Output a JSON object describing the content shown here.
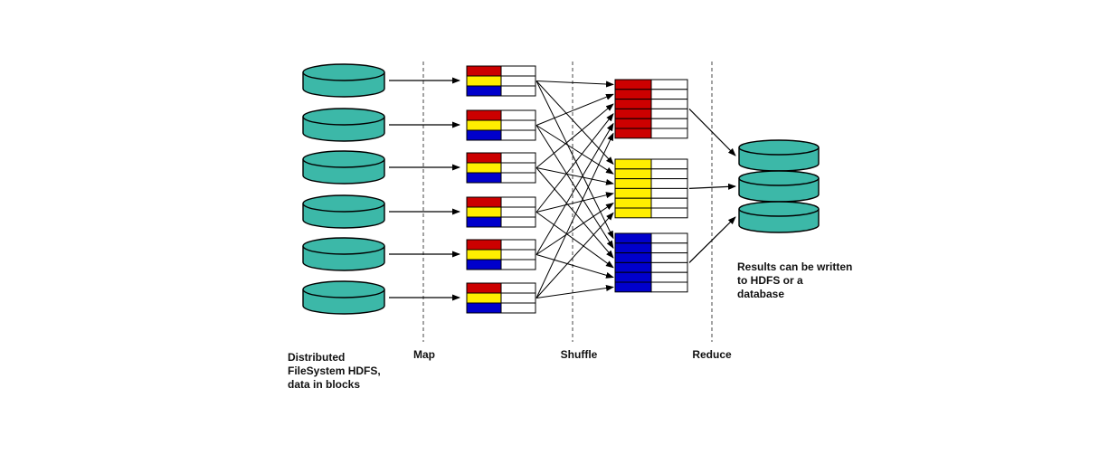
{
  "diagram": {
    "title": "MapReduce data flow",
    "colors": {
      "cylinder": "#3cb8a8",
      "red": "#cc0000",
      "yellow": "#ffee00",
      "blue": "#0000cc",
      "white": "#ffffff",
      "stroke": "#000000",
      "divider": "#444444"
    },
    "labels": {
      "map": "Map",
      "shuffle": "Shuffle",
      "reduce": "Reduce",
      "hdfs_caption_lines": [
        "Distributed",
        "FileSystem HDFS,",
        "data in blocks"
      ],
      "results_caption_lines": [
        "Results can be written",
        "to HDFS or a",
        "database"
      ]
    },
    "input_cylinder_count": 6,
    "output_cylinder_count": 3,
    "map_blocks": [
      {
        "cells": [
          "red",
          "yellow",
          "blue"
        ]
      },
      {
        "cells": [
          "red",
          "yellow",
          "blue"
        ]
      },
      {
        "cells": [
          "red",
          "yellow",
          "blue"
        ]
      },
      {
        "cells": [
          "red",
          "yellow",
          "blue"
        ]
      },
      {
        "cells": [
          "red",
          "yellow",
          "blue"
        ]
      },
      {
        "cells": [
          "red",
          "yellow",
          "blue"
        ]
      }
    ],
    "groups": [
      {
        "color": "red",
        "rows": 6
      },
      {
        "color": "yellow",
        "rows": 6
      },
      {
        "color": "blue",
        "rows": 6
      }
    ]
  }
}
